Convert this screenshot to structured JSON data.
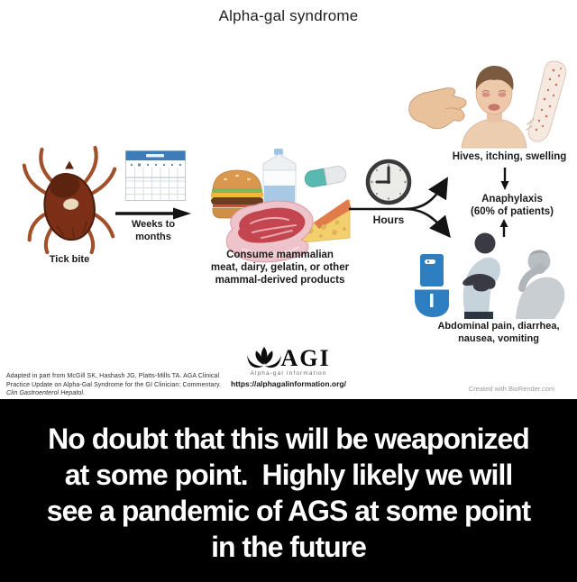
{
  "title": "Alpha-gal syndrome",
  "diagram": {
    "steps": {
      "tick_bite": "Tick bite",
      "timeline": "Weeks to\nmonths",
      "consume": "Consume mammalian\nmeat, dairy, gelatin, or other\nmammal-derived products",
      "hours": "Hours"
    },
    "outcomes": {
      "skin": "Hives, itching, swelling",
      "anaphylaxis": "Anaphylaxis\n(60% of patients)",
      "gi": "Abdominal pain, diarrhea,\nnausea, vomiting"
    },
    "icons": [
      "lone-star-tick-icon",
      "calendar-icon",
      "right-arrow-icon",
      "burger-icon",
      "milk-carton-icon",
      "pill-capsule-icon",
      "cheese-icon",
      "steak-icon",
      "clock-icon",
      "branch-arrows-icon",
      "scratching-hand-icon",
      "swollen-face-icon",
      "rash-arm-icon",
      "toilet-icon",
      "abdominal-pain-person-icon",
      "vomiting-person-icon"
    ]
  },
  "footer": {
    "citation_text": "Adapted in part from McGill SK, Hashash JG, Platts-Mills TA. AGA Clinical Practice Update on Alpha-Gal Syndrome for the GI Clinician: Commentary.",
    "citation_journal": "Clin Gastroenterol Hepatol.",
    "logo": {
      "name": "AGI",
      "subtitle": "Alpha-gal Information",
      "url": "https://alphagalinformation.org/"
    },
    "credit": "Created with BioRender.com"
  },
  "caption": {
    "lines": [
      "No doubt that this will be weaponized",
      "at some point.  Highly likely we will",
      "see a pandemic of AGS at some point",
      "in the future"
    ]
  },
  "colors": {
    "caption_background": "#000000",
    "caption_text": "#ffffff",
    "tick_body": "#7a2f16",
    "calendar_header_blue": "#3d7cb8",
    "toilet_blue": "#2d7fc1",
    "pill_teal": "#59b9b1",
    "label_text": "#1b1b1b"
  }
}
